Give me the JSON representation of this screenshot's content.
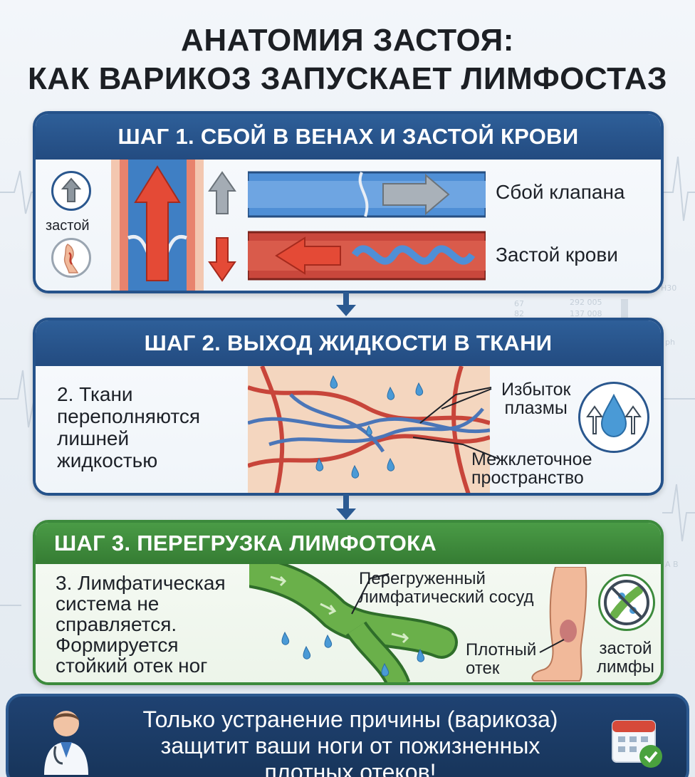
{
  "title": {
    "line1": "АНАТОМИЯ ЗАСТОЯ:",
    "line2": "КАК ВАРИКОЗ ЗАПУСКАЕТ ЛИМФОСТАЗ"
  },
  "step1": {
    "heading": "ШАГ 1. СБОЙ В ВЕНАХ И ЗАСТОЙ КРОВИ",
    "icon_label": "застой",
    "valve_label": "Сбой клапана",
    "stasis_label": "Застой крови"
  },
  "step2": {
    "heading": "ШАГ 2. ВЫХОД ЖИДКОСТИ В ТКАНИ",
    "text": [
      "2. Ткани",
      "переполняются",
      "лишней",
      "жидкостью"
    ],
    "plasma_label": [
      "Избыток",
      "плазмы"
    ],
    "space_label": [
      "Межклеточное",
      "пространство"
    ]
  },
  "step3": {
    "heading": "ШАГ 3. ПЕРЕГРУЗКА ЛИМФОТОКА",
    "text": [
      "3. Лимфатическая",
      "система не",
      "справляется.",
      "Формируется",
      "стойкий отек ног"
    ],
    "vessel_label": [
      "Перегруженный",
      "лимфатический сосуд"
    ],
    "edema_label": [
      "Плотный",
      "отек"
    ],
    "lymph_label": [
      "застой",
      "лимфы"
    ]
  },
  "footer": {
    "text": [
      "Только устранение причины (варикоза)",
      "защитит ваши ноги от пожизненных",
      "плотных отеков!"
    ]
  },
  "background_readouts": [
    "67",
    "82",
    "292  005",
    "137  008",
    "H30",
    "ph",
    "A  B"
  ],
  "colors": {
    "blue_panel": "#25528a",
    "green_panel": "#3c8a3c",
    "vein_blue": "#3f7fc4",
    "vein_red": "#d64a3a",
    "lymph_green": "#5fa33f",
    "droplet": "#4a9ad6"
  },
  "icons": [
    "arrow-up-icon",
    "leg-vein-icon",
    "droplet-arrows-icon",
    "no-lymph-icon",
    "doctor-icon",
    "calendar-check-icon"
  ]
}
